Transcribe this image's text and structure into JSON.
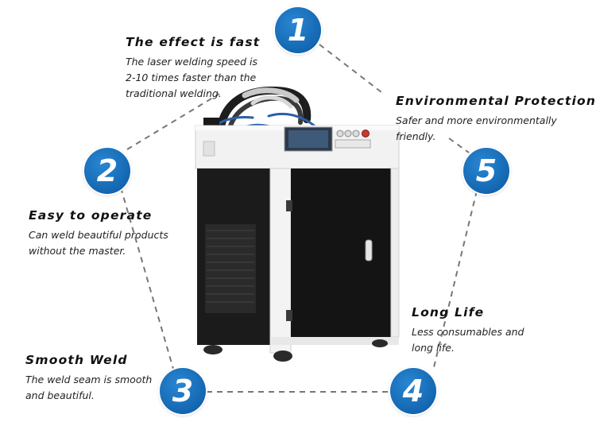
{
  "colors": {
    "badge_blue": "#1569b3",
    "dash_gray": "#777777",
    "text": "#111111"
  },
  "features": [
    {
      "number": "1",
      "title": "The effect is fast",
      "lines": [
        "The laser welding speed is",
        "2-10 times faster than the",
        "traditional welding."
      ]
    },
    {
      "number": "2",
      "title": "Easy to operate",
      "lines": [
        "Can weld beautiful products",
        "without the master."
      ]
    },
    {
      "number": "3",
      "title": "Smooth Weld",
      "lines": [
        "The weld seam is smooth",
        "and beautiful."
      ]
    },
    {
      "number": "4",
      "title": "Long Life",
      "lines": [
        "Less consumables and",
        "long life."
      ]
    },
    {
      "number": "5",
      "title": "Environmental Protection",
      "lines": [
        "Safer and more environmentally",
        "friendly."
      ]
    }
  ]
}
